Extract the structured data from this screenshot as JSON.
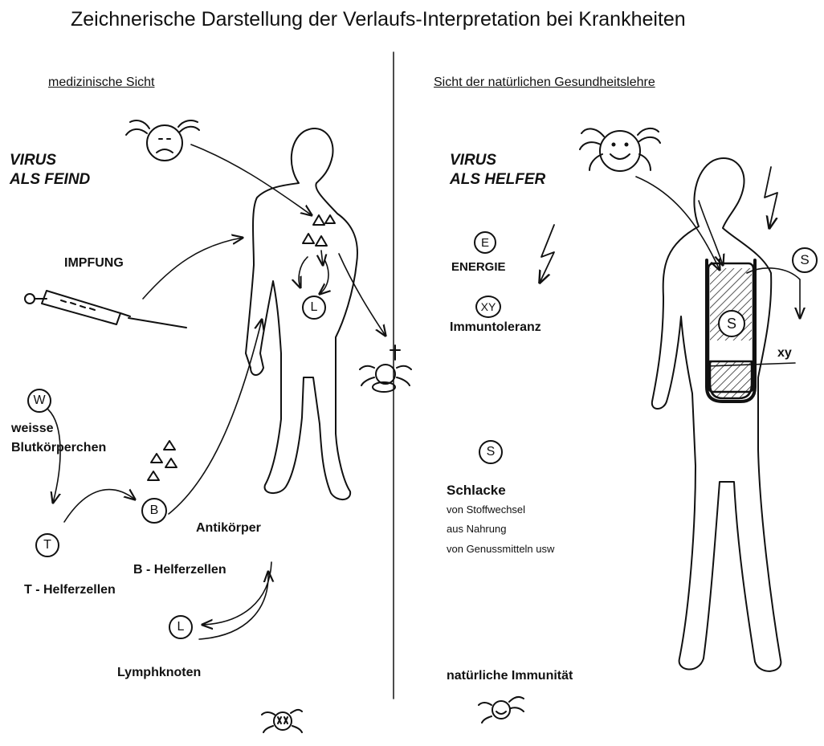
{
  "title": "Zeichnerische Darstellung der Verlaufs-Interpretation bei Krankheiten",
  "left": {
    "heading": "medizinische Sicht",
    "virus_line1": "VIRUS",
    "virus_line2": "ALS FEIND",
    "impfung": "IMPFUNG",
    "w": "W",
    "weisse": "weisse",
    "blutkoerperchen": "Blutkörperchen",
    "t": "T",
    "t_helfer": "T - Helferzellen",
    "b": "B",
    "b_helfer": "B - Helferzellen",
    "antikoerper": "Antikörper",
    "l_lymph": "L",
    "lymphknoten": "Lymphknoten",
    "l_body": "L"
  },
  "right": {
    "heading": "Sicht der natürlichen Gesundheitslehre",
    "virus_line1": "VIRUS",
    "virus_line2": "ALS HELFER",
    "e": "E",
    "energie": "ENERGIE",
    "xy": "XY",
    "immuntoleranz": "Immuntoleranz",
    "s": "S",
    "schlacke": "Schlacke",
    "schlacke_1": "von Stoffwechsel",
    "schlacke_2": "aus Nahrung",
    "schlacke_3": "von Genussmitteln usw",
    "natuerliche": "natürliche Immunität",
    "s_body": "S",
    "s_top": "S",
    "xy_body": "xy"
  }
}
